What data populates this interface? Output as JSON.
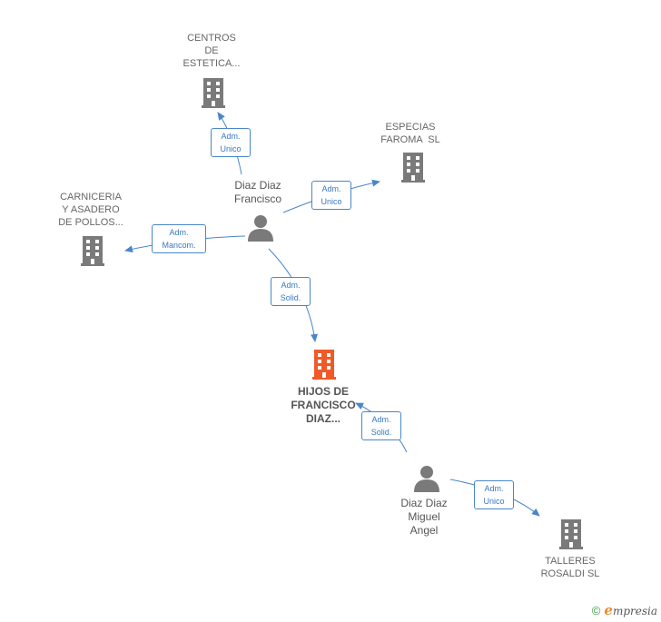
{
  "colors": {
    "building": "#7a7a7a",
    "building_main": "#f05a28",
    "person": "#7a7a7a",
    "edge": "#4a86c8"
  },
  "nodes": {
    "centros": {
      "lines": [
        "CENTROS",
        "DE",
        "ESTETICA..."
      ],
      "icon": "building-icon"
    },
    "especias": {
      "lines": [
        "ESPECIAS",
        "FAROMA  SL"
      ],
      "icon": "building-icon"
    },
    "carniceria": {
      "lines": [
        "CARNICERIA",
        "Y ASADERO",
        "DE POLLOS..."
      ],
      "icon": "building-icon"
    },
    "hijos": {
      "lines": [
        "HIJOS DE",
        "FRANCISCO",
        "DIAZ..."
      ],
      "icon": "building-icon"
    },
    "talleres": {
      "lines": [
        "TALLERES",
        "ROSALDI SL"
      ],
      "icon": "building-icon"
    },
    "francisco": {
      "lines": [
        "Diaz Diaz",
        "Francisco"
      ],
      "icon": "person-icon"
    },
    "miguel": {
      "lines": [
        "Diaz Diaz",
        "Miguel",
        "Angel"
      ],
      "icon": "person-icon"
    }
  },
  "edges": {
    "francisco_centros": [
      "Adm.",
      "Unico"
    ],
    "francisco_especias": [
      "Adm.",
      "Unico"
    ],
    "francisco_carniceria": [
      "Adm.",
      "Mancom."
    ],
    "francisco_hijos": [
      "Adm.",
      "Solid."
    ],
    "miguel_hijos": [
      "Adm.",
      "Solid."
    ],
    "miguel_talleres": [
      "Adm.",
      "Unico"
    ]
  },
  "footer": {
    "copyright": "©",
    "brand_first": "e",
    "brand_rest": "mpresia"
  }
}
